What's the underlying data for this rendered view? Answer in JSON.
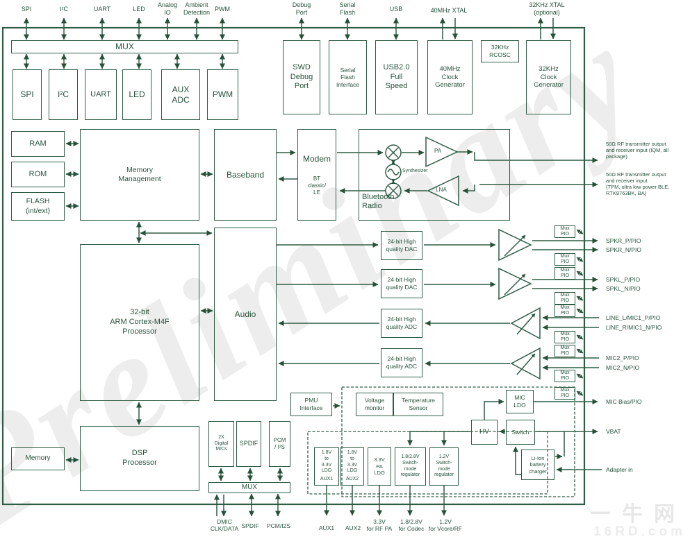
{
  "colors": {
    "line": "#2e5c44",
    "text": "#26523a",
    "watermark": "#ededed"
  },
  "chip": {
    "top_pins": [
      "SPI",
      "I²C",
      "UART",
      "LED",
      "Analog\nIO",
      "Ambient\nDetection",
      "PWM",
      "Debug\nPort",
      "Serial\nFlash",
      "USB",
      "40MHz XTAL",
      "32KHz  XTAL\n(optional)"
    ],
    "blocks": {
      "mux_top": "MUX",
      "spi": "SPI",
      "i2c": "I²C",
      "uart": "UART",
      "led": "LED",
      "auxadc": "AUX\nADC",
      "pwm": "PWM",
      "swd": "SWD\nDebug\nPort",
      "sfi": "Serial\nFlash\nInterface",
      "usb": "USB2.0\nFull\nSpeed",
      "gen40": "40MHz\nClock\nGenerator",
      "rcosc": "32KHz\nRCOSC",
      "gen32": "32KHz\nClock\nGenerator",
      "ram": "RAM",
      "rom": "ROM",
      "flash": "FLASH\n(int/ext)",
      "memmgmt": "Memory\nManagement",
      "baseband": "Baseband",
      "modem": "Modem",
      "modem_sub": "BT\nclassic/\nLE",
      "radio": "Bluetooth\nRadio",
      "synth": "Synthesizer",
      "pa": "PA",
      "lna": "LNA",
      "arm": "32-bit\nARM Cortex-M4F\nProcessor",
      "audio": "Audio",
      "dac": "24-bit High\nquality DAC",
      "adc": "24-bit High\nquality ADC",
      "muxpio": "Mux\nPIO",
      "pmu": "PMU\nInterface",
      "vmon": "Voltage\nmonitor",
      "tsensor": "Temperature\nSensor",
      "micldo": "MIC\nLDO",
      "hv": "HV",
      "switch": "Switch",
      "charger": "Li-Ion\nbattery\ncharger",
      "ldo": "1.8V\nto\n3.3V\nLDO",
      "ldo1_tag": "AUX1",
      "ldo2_tag": "AUX2",
      "paldo": "3.3V\nPA\nLDO",
      "smr1": "1.8/2.8V\nSwitch-\nmode\nregulator",
      "smr2": "1.2V\nSwitch-\nmode\nregulator",
      "dsp": "DSP\nProcessor",
      "memory": "Memory",
      "dmics": "2X\nDigital\nMICs",
      "spdif": "SPDIF",
      "pcm": "PCM\n/ I²S",
      "mux_bottom": "MUX"
    },
    "right_pins": {
      "rf1": "50Ω RF transmitter output\nand receiver input (IQM, all\npackage)",
      "rf2": "50Ω RF transmitter output\nand receiver input\n(TPM, ultra low power BLE,\nRTK8763BK, BA)",
      "signals": [
        "SPKR_P/PIO",
        "SPKR_N/PIO",
        "SPKL_P/PIO",
        "SPKL_N/PIO",
        "LINE_L/MIC1_P/PIO",
        "LINE_R/MIC1_N/PIO",
        "MIC2_P/PIO",
        "MIC2_N/PIO",
        "MIC Bias/PIO",
        "VBAT",
        "Adapter in"
      ]
    },
    "bottom_pins": [
      "DMIC\nCLK/DATA",
      "SPDIF",
      "PCM/I2S",
      "AUX1",
      "AUX2",
      "3.3V\nfor RF PA",
      "1.8/2.8V\nfor Codec",
      "1.2V\nfor Vcore/RF"
    ]
  },
  "watermark": {
    "diagonal": "Preliminary",
    "site_name": "一牛网",
    "site_domain": "16RD.com"
  }
}
